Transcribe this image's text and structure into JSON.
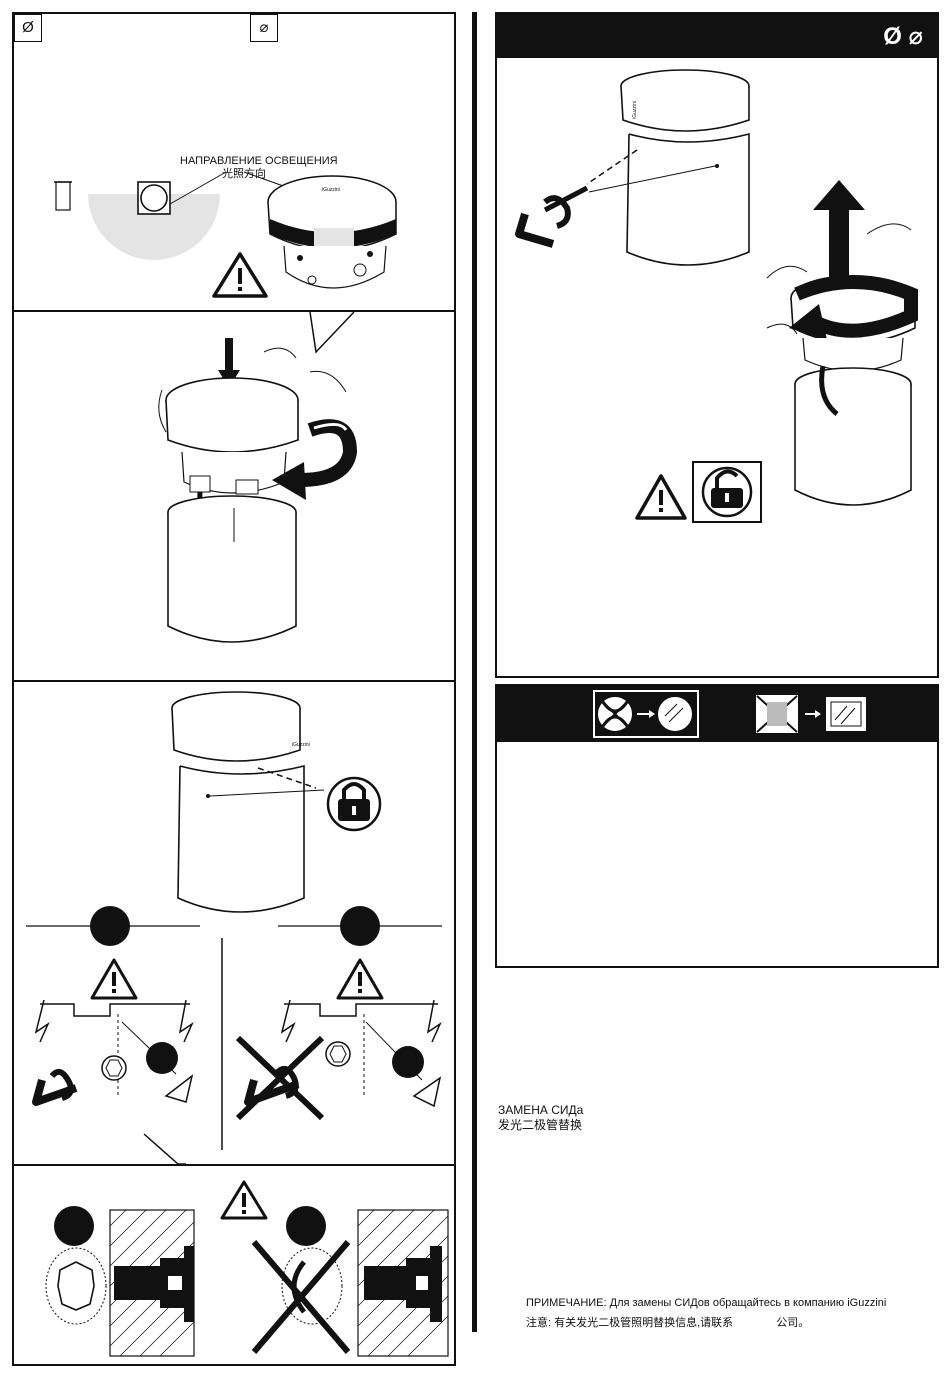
{
  "symbols": {
    "diameter": "Ø",
    "square_diameter": "⌀",
    "header_symbols": "Ø ⌀"
  },
  "panel1": {
    "label_ru": "НАПРАВЛЕНИЕ ОСВЕЩЕНИЯ",
    "label_zh": "光照方向",
    "brand": "iGuzzini"
  },
  "panel_remove": {
    "brand": "iGuzzini"
  },
  "panel_lock": {
    "brand": "iGuzzini"
  },
  "led_replacement": {
    "title_ru": "ЗАМЕНА СИДа",
    "title_zh": "发光二极管替换"
  },
  "note": {
    "line_ru_label": "ПРИМЕЧАНИЕ:",
    "line_ru_text": "Для замены СИДов обращайтесь в компанию iGuzzini",
    "line_zh_label": "注意:",
    "line_zh_text": "有关发光二极管照明替换信息,请联系",
    "line_zh_end": "公司。"
  },
  "colors": {
    "ink": "#111111",
    "light_fill": "#e4e4e4",
    "white": "#ffffff"
  }
}
